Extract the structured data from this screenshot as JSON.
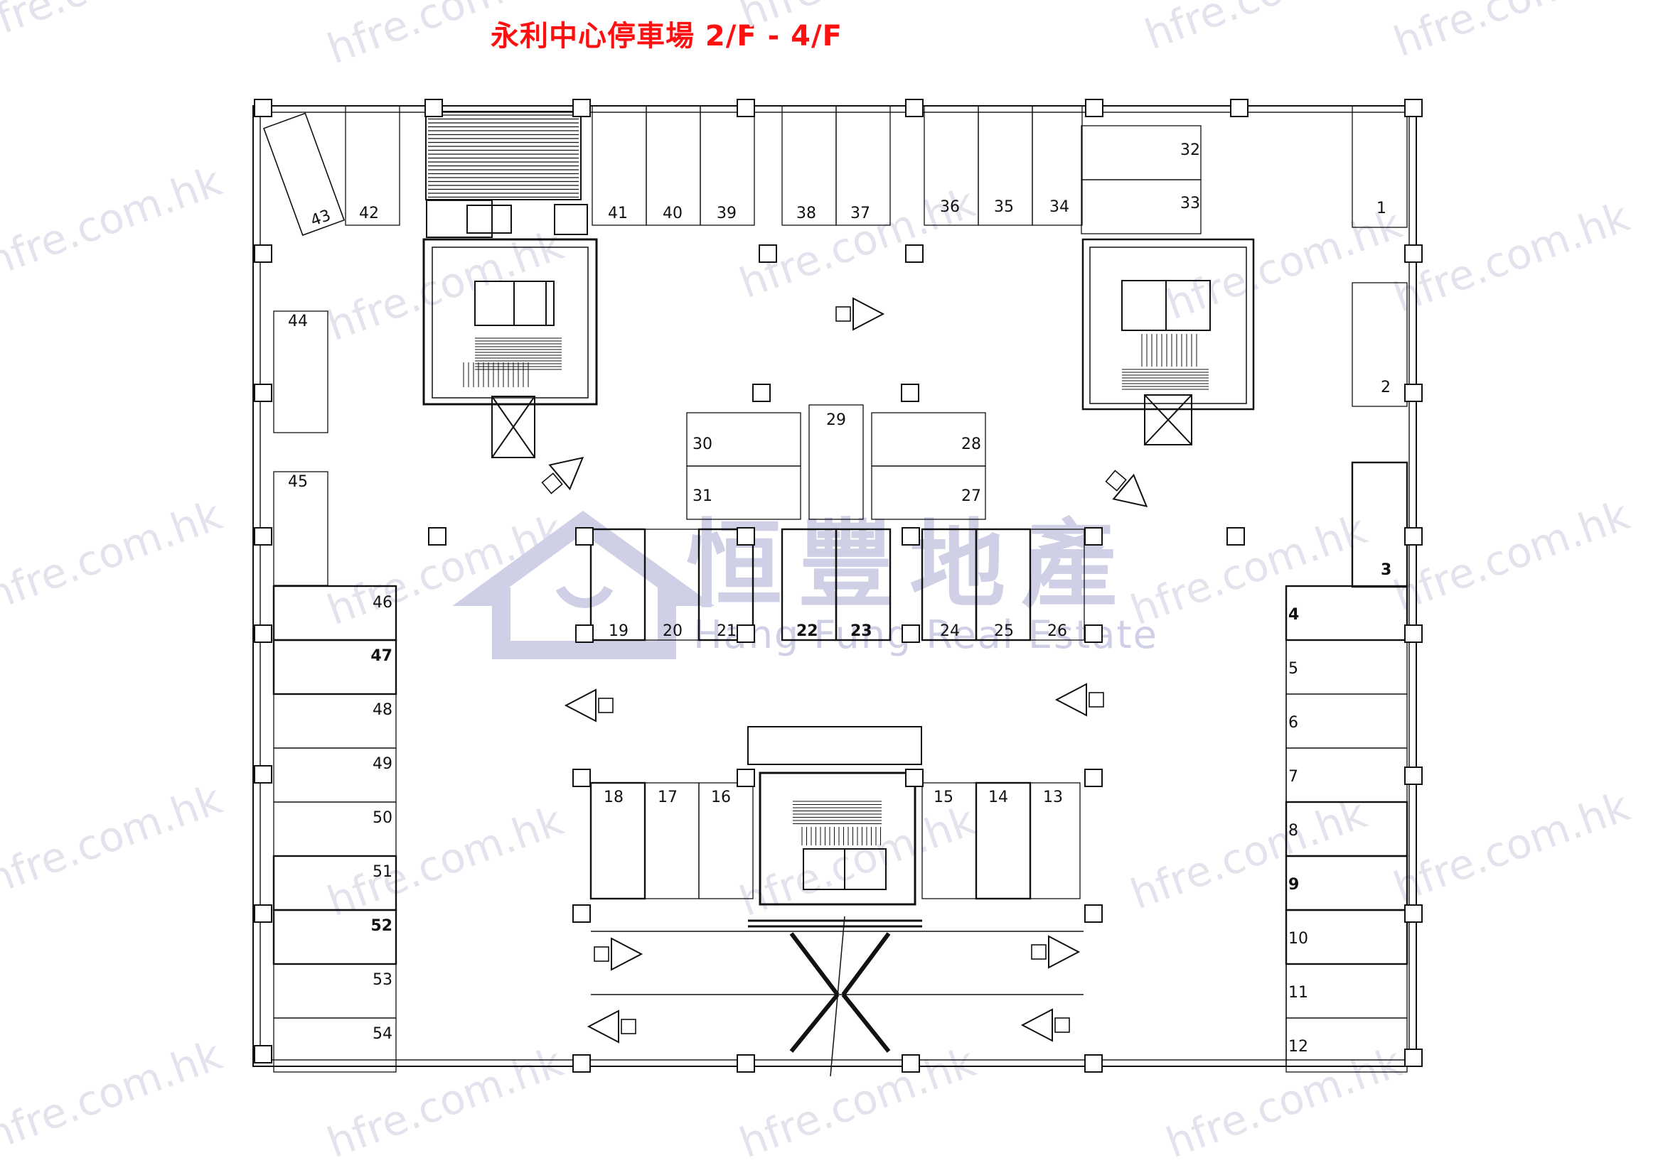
{
  "title": "永利中心停車場 2/F - 4/F",
  "colors": {
    "title": "#ff1010",
    "line": "#111111",
    "watermark": "#cfcfe6",
    "watermark_text": "#e3e3ee"
  },
  "watermark": {
    "chinese": "恒豐地產",
    "english": "Hang Fung Real Estate",
    "repeat_text": "hfre.com.hk"
  },
  "spaces": [
    {
      "no": "1"
    },
    {
      "no": "2"
    },
    {
      "no": "3"
    },
    {
      "no": "4"
    },
    {
      "no": "5"
    },
    {
      "no": "6"
    },
    {
      "no": "7"
    },
    {
      "no": "8"
    },
    {
      "no": "9"
    },
    {
      "no": "10"
    },
    {
      "no": "11"
    },
    {
      "no": "12"
    },
    {
      "no": "13"
    },
    {
      "no": "14"
    },
    {
      "no": "15"
    },
    {
      "no": "16"
    },
    {
      "no": "17"
    },
    {
      "no": "18"
    },
    {
      "no": "19"
    },
    {
      "no": "20"
    },
    {
      "no": "21"
    },
    {
      "no": "22"
    },
    {
      "no": "23"
    },
    {
      "no": "24"
    },
    {
      "no": "25"
    },
    {
      "no": "26"
    },
    {
      "no": "27"
    },
    {
      "no": "28"
    },
    {
      "no": "29"
    },
    {
      "no": "30"
    },
    {
      "no": "31"
    },
    {
      "no": "32"
    },
    {
      "no": "33"
    },
    {
      "no": "34"
    },
    {
      "no": "35"
    },
    {
      "no": "36"
    },
    {
      "no": "37"
    },
    {
      "no": "38"
    },
    {
      "no": "39"
    },
    {
      "no": "40"
    },
    {
      "no": "41"
    },
    {
      "no": "42"
    },
    {
      "no": "43"
    },
    {
      "no": "44"
    },
    {
      "no": "45"
    },
    {
      "no": "46"
    },
    {
      "no": "47"
    },
    {
      "no": "48"
    },
    {
      "no": "49"
    },
    {
      "no": "50"
    },
    {
      "no": "51"
    },
    {
      "no": "52"
    },
    {
      "no": "53"
    },
    {
      "no": "54"
    }
  ]
}
